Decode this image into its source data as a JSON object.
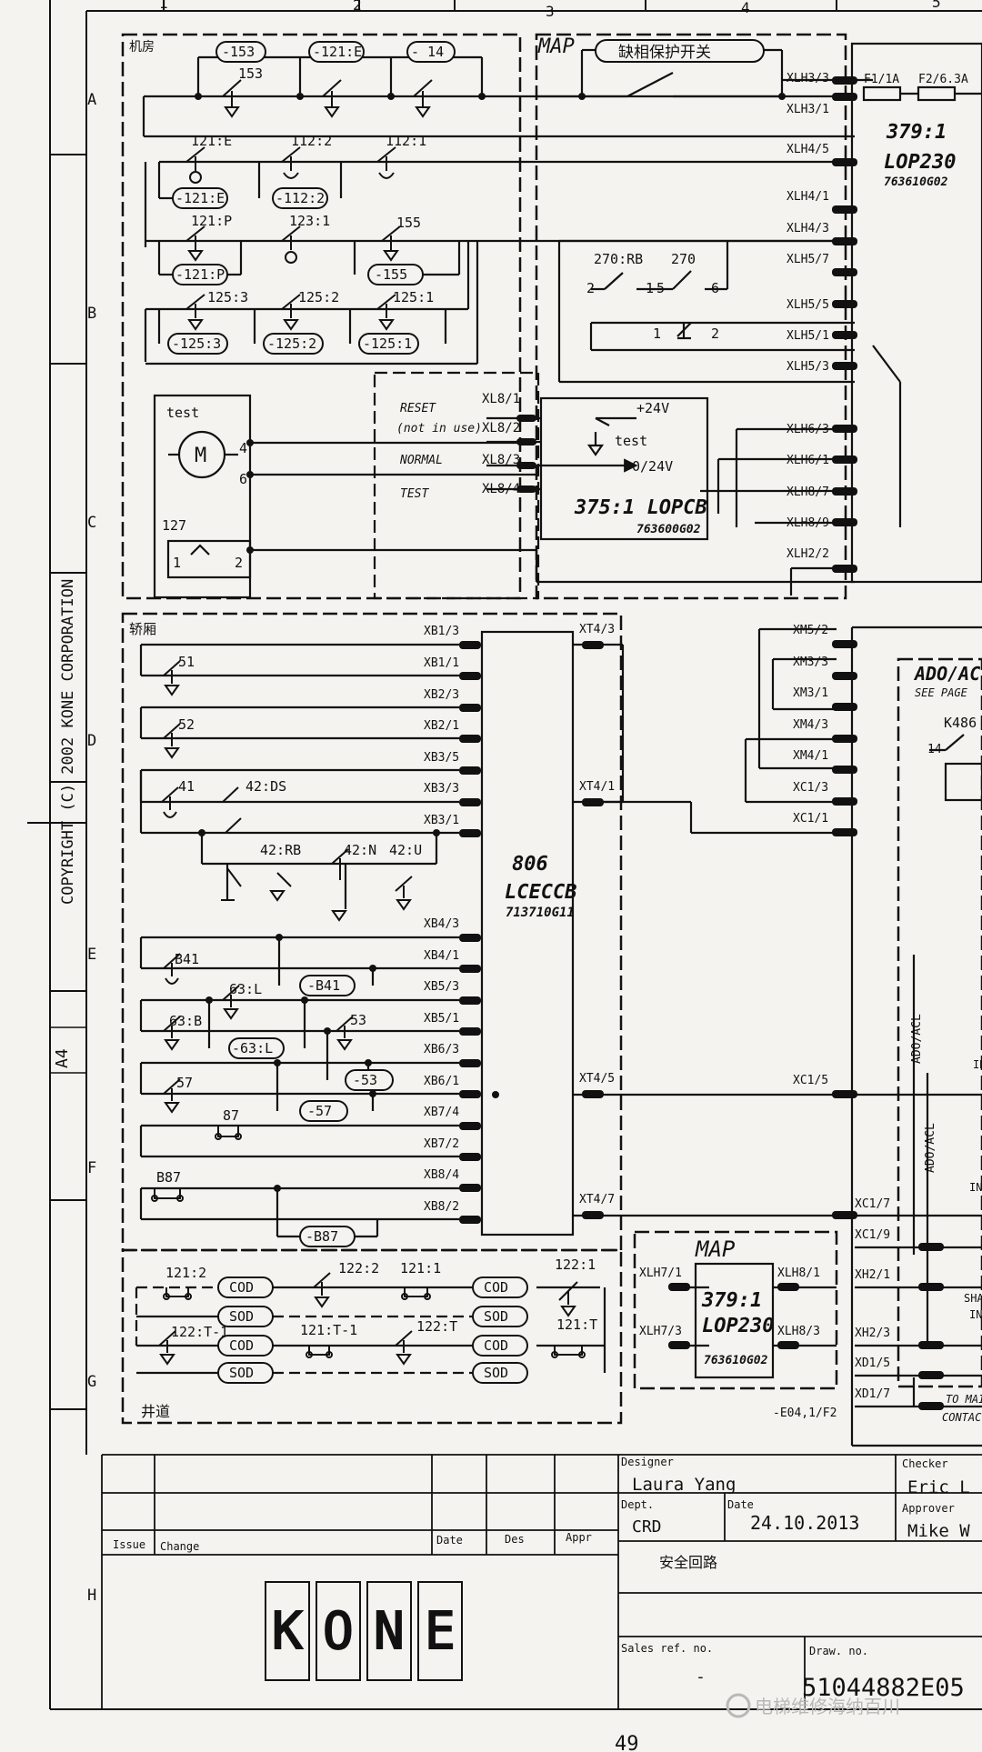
{
  "colors": {
    "ink": "#111111",
    "paper": "#f4f3ef"
  },
  "grid": {
    "cols": [
      "1",
      "2",
      "3",
      "4",
      "5"
    ],
    "rows": [
      "A",
      "B",
      "C",
      "D",
      "E",
      "F",
      "G",
      "H"
    ]
  },
  "copyright": "COPYRIGHT (C) 2002 KONE CORPORATION",
  "paper_size": "A4",
  "page_number": "49",
  "watermark": "电梯维修海纳百川",
  "zones": {
    "machine_room": "机房",
    "car": "轿厢",
    "shaft": "井道",
    "map_top": "MAP",
    "map_bottom": "MAP"
  },
  "phase_relay": "缺相保护开关",
  "top_contacts": [
    {
      "id": "153",
      "coil": "-153"
    },
    {
      "id": "",
      "coil": "-121:E"
    },
    {
      "id": "",
      "coil": "- 14"
    }
  ],
  "row_b1": {
    "contacts": [
      "121:E",
      "112:2",
      "112:1"
    ],
    "coils": [
      "-121:E",
      "-112:2"
    ]
  },
  "row_b2": {
    "contacts": [
      "121:P",
      "123:1",
      "155"
    ],
    "coils": [
      "-121:P",
      "-155"
    ]
  },
  "row_b3": {
    "contacts": [
      "125:3",
      "125:2",
      "125:1"
    ],
    "coils": [
      "-125:3",
      "-125:2",
      "-125:1"
    ]
  },
  "safety_switches": {
    "s270rb": "270:RB",
    "s270": "270",
    "pins": [
      "2",
      "1",
      "5",
      "6",
      "1",
      "2"
    ]
  },
  "test_box": {
    "label": "test",
    "motor": "M",
    "pins": [
      "4",
      "6"
    ],
    "switch": "127",
    "switch_pins": [
      "1",
      "2"
    ]
  },
  "lopcb": {
    "signals": [
      "RESET",
      "(not in use)",
      "NORMAL",
      "TEST"
    ],
    "connectors": [
      "XL8/1",
      "XL8/2",
      "XL8/3",
      "XL8/4"
    ],
    "supply": "+24V",
    "test": "test",
    "out": "0/24V",
    "name": "375:1 LOPCB",
    "part": "763600G02"
  },
  "lop_top": {
    "fuses": [
      "F1/1A",
      "F2/6.3A"
    ],
    "name1": "379:1",
    "name2": "LOP230",
    "part": "763610G02",
    "connectors": [
      "XLH3/3",
      "XLH3/1",
      "XLH4/5",
      "XLH4/1",
      "XLH4/3",
      "XLH5/7",
      "XLH5/5",
      "XLH5/1",
      "XLH5/3",
      "XLH6/3",
      "XLH6/1",
      "XLH8/7",
      "XLH8/9",
      "XLH2/2"
    ]
  },
  "lceccb": {
    "name1": "806",
    "name2": "LCECCB",
    "part": "713710G11",
    "left_connectors": [
      "XB1/3",
      "XB1/1",
      "XB2/3",
      "XB2/1",
      "XB3/5",
      "XB3/3",
      "XB3/1",
      "XB4/3",
      "XB4/1",
      "XB5/3",
      "XB5/1",
      "XB6/3",
      "XB6/1",
      "XB7/4",
      "XB7/2",
      "XB8/4",
      "XB8/2"
    ],
    "right_connectors": [
      "XT4/3",
      "XT4/1",
      "XT4/5",
      "XT4/7"
    ]
  },
  "car_contacts": {
    "c51": "51",
    "c52": "52",
    "c41": "41",
    "c42ds": "42:DS",
    "c42rb": "42:RB",
    "c42n": "42:N",
    "c42u": "42:U",
    "cb41": "B41",
    "c63l": "63:L",
    "c63b": "63:B",
    "c53": "53",
    "c57": "57",
    "c87": "87",
    "cb87": "B87"
  },
  "car_coils": {
    "b41": "-B41",
    "l63": "-63:L",
    "n53": "-53",
    "n57": "-57",
    "b87": "-B87"
  },
  "ado": {
    "title": "ADO/ACL",
    "see": "SEE PAGE",
    "relay": "K486",
    "pin": "14",
    "vlabel1": "ADO/ACL",
    "vlabel2": "ADO/ACL"
  },
  "mid_connectors": [
    "XM5/2",
    "XM3/3",
    "XM3/1",
    "XM4/3",
    "XM4/1",
    "XC1/3",
    "XC1/1",
    "XC1/5"
  ],
  "shaft": {
    "contacts": [
      "121:2",
      "122:2",
      "121:1",
      "122:1",
      "122:T-1",
      "121:T-1",
      "122:T",
      "121:T"
    ],
    "cod": "COD",
    "sod": "SOD"
  },
  "lop_bottom": {
    "name1": "379:1",
    "name2": "LOP230",
    "part": "763610G02",
    "connectors": [
      "XLH7/1",
      "XLH7/3",
      "XLH8/1",
      "XLH8/3"
    ]
  },
  "right_bottom": {
    "connectors": [
      "XC1/7",
      "XC1/9",
      "XH2/1",
      "XH2/3",
      "XD1/5",
      "XD1/7"
    ],
    "ref": "-E04,1/F2",
    "to_main": "TO MAI",
    "contac": "CONTAC",
    "sha": "SHA",
    "in1": "IN",
    "in2": "IN",
    "in3": "IN"
  },
  "title_block": {
    "issue": "Issue",
    "change": "Change",
    "date": "Date",
    "des": "Des",
    "appr": "Appr",
    "designer_label": "Designer",
    "designer": "Laura Yang",
    "checker_label": "Checker",
    "checker": "Eric L",
    "dept_label": "Dept.",
    "dept": "CRD",
    "date_label": "Date",
    "date_value": "24.10.2013",
    "approver_label": "Approver",
    "approver": "Mike W",
    "title": "安全回路",
    "sales_label": "Sales ref. no.",
    "sales": "-",
    "draw_label": "Draw. no.",
    "draw": "51044882E05",
    "logo": "KONE"
  }
}
